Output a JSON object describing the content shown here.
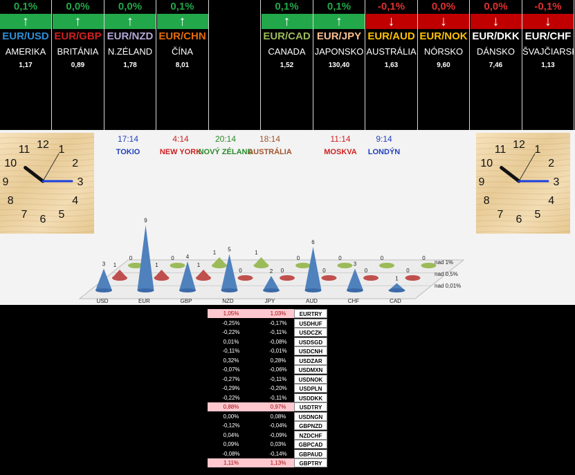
{
  "currencies": [
    {
      "pct": "0,1%",
      "pct_color": "#22a84a",
      "dir": "up",
      "arrow": "↑",
      "pair": "EUR/USD",
      "pair_color": "#2e8fd6",
      "country": "AMERIKA",
      "rate": "1,17"
    },
    {
      "pct": "0,0%",
      "pct_color": "#22a84a",
      "dir": "up",
      "arrow": "↑",
      "pair": "EUR/GBP",
      "pair_color": "#d02020",
      "country": "BRITÁNIA",
      "rate": "0,89"
    },
    {
      "pct": "0,0%",
      "pct_color": "#22a84a",
      "dir": "up",
      "arrow": "↑",
      "pair": "EUR/NZD",
      "pair_color": "#b4a7d6",
      "country": "N.ZÉLAND",
      "rate": "1,78"
    },
    {
      "pct": "0,1%",
      "pct_color": "#22a84a",
      "dir": "up",
      "arrow": "↑",
      "pair": "EUR/CHN",
      "pair_color": "#e36c09",
      "country": "ČÍNA",
      "rate": "8,01"
    },
    {
      "empty": true
    },
    {
      "pct": "0,1%",
      "pct_color": "#22a84a",
      "dir": "up",
      "arrow": "↑",
      "pair": "EUR/CAD",
      "pair_color": "#9bbb59",
      "country": "CANADA",
      "rate": "1,52"
    },
    {
      "pct": "0,1%",
      "pct_color": "#22a84a",
      "dir": "up",
      "arrow": "↑",
      "pair": "EUR/JPY",
      "pair_color": "#fac090",
      "country": "JAPONSKO",
      "rate": "130,40"
    },
    {
      "pct": "-0,1%",
      "pct_color": "#e03030",
      "dir": "down",
      "arrow": "↓",
      "pair": "EUR/AUD",
      "pair_color": "#ffc000",
      "country": "AUSTRÁLIA",
      "rate": "1,63"
    },
    {
      "pct": "0,0%",
      "pct_color": "#e03030",
      "dir": "down",
      "arrow": "↓",
      "pair": "EUR/NOK",
      "pair_color": "#ffc000",
      "country": "NÓRSKO",
      "rate": "9,60"
    },
    {
      "pct": "0,0%",
      "pct_color": "#e03030",
      "dir": "down",
      "arrow": "↓",
      "pair": "EUR/DKK",
      "pair_color": "#ffffff",
      "country": "DÁNSKO",
      "rate": "7,46"
    },
    {
      "pct": "-0,1%",
      "pct_color": "#e03030",
      "dir": "down",
      "arrow": "↓",
      "pair": "EUR/CHF",
      "pair_color": "#ffffff",
      "country": "ŠVAJČIARSKO",
      "rate": "1,13"
    }
  ],
  "cities": [
    {
      "time": "17:14",
      "name": "TOKIO",
      "color": "#1f3fbf"
    },
    {
      "time": "4:14",
      "name": "NEW YORK",
      "color": "#d02020"
    },
    {
      "time": "20:14",
      "name": "NOVÝ ZÉLAND",
      "color": "#2a8a2a"
    },
    {
      "time": "18:14",
      "name": "AUSTRÁLIA",
      "color": "#a0522d"
    },
    {
      "time": "11:14",
      "name": "MOSKVA",
      "color": "#d02020"
    },
    {
      "time": "9:14",
      "name": "LONDÝN",
      "color": "#1f3fbf"
    }
  ],
  "clocks": {
    "left": {
      "hours": 10,
      "minutes": 15
    },
    "right": {
      "hours": 10,
      "minutes": 15
    },
    "numerals": [
      "12",
      "1",
      "2",
      "3",
      "4",
      "5",
      "6",
      "7",
      "8",
      "9",
      "10",
      "11"
    ]
  },
  "chart_data": {
    "type": "bar",
    "categories": [
      "USD",
      "EUR",
      "GBP",
      "NZD",
      "JPY",
      "AUD",
      "CHF",
      "CAD"
    ],
    "series": [
      {
        "name": "nad 0,01%",
        "values": [
          3,
          9,
          4,
          5,
          2,
          6,
          3,
          1
        ],
        "color": "#4f81bd"
      },
      {
        "name": "nad 0,5%",
        "values": [
          1,
          1,
          1,
          0,
          0,
          0,
          0,
          0
        ],
        "color": "#c0504d"
      },
      {
        "name": "nad 1%",
        "values": [
          0,
          0,
          1,
          1,
          0,
          0,
          0,
          0
        ],
        "color": "#9bbb59"
      }
    ],
    "legend_position": "right"
  },
  "table": {
    "rows": [
      {
        "a": "1,05%",
        "b": "1,03%",
        "pair": "EURTRY",
        "hl": true
      },
      {
        "a": "-0,25%",
        "b": "-0,17%",
        "pair": "USDHUF",
        "hl": false
      },
      {
        "a": "-0,22%",
        "b": "-0,11%",
        "pair": "USDCZK",
        "hl": false
      },
      {
        "a": "0,01%",
        "b": "-0,08%",
        "pair": "USDSGD",
        "hl": false
      },
      {
        "a": "-0,11%",
        "b": "-0,01%",
        "pair": "USDCNH",
        "hl": false
      },
      {
        "a": "0,32%",
        "b": "0,28%",
        "pair": "USDZAR",
        "hl": false
      },
      {
        "a": "-0,07%",
        "b": "-0,06%",
        "pair": "USDMXN",
        "hl": false
      },
      {
        "a": "-0,27%",
        "b": "-0,11%",
        "pair": "USDNOK",
        "hl": false
      },
      {
        "a": "-0,29%",
        "b": "-0,20%",
        "pair": "USDPLN",
        "hl": false
      },
      {
        "a": "-0,22%",
        "b": "-0,11%",
        "pair": "USDDKK",
        "hl": false
      },
      {
        "a": "0,88%",
        "b": "0,97%",
        "pair": "USDTRY",
        "hl": true
      },
      {
        "a": "0,00%",
        "b": "0,08%",
        "pair": "USDNGN",
        "hl": false
      },
      {
        "a": "-0,12%",
        "b": "-0,04%",
        "pair": "GBPNZD",
        "hl": false
      },
      {
        "a": "0,04%",
        "b": "-0,09%",
        "pair": "NZDCHF",
        "hl": false
      },
      {
        "a": "0,09%",
        "b": "0,03%",
        "pair": "GBPCAD",
        "hl": false
      },
      {
        "a": "-0,08%",
        "b": "-0,14%",
        "pair": "GBPAUD",
        "hl": false
      },
      {
        "a": "1,11%",
        "b": "1,13%",
        "pair": "GBPTRY",
        "hl": true
      }
    ]
  }
}
